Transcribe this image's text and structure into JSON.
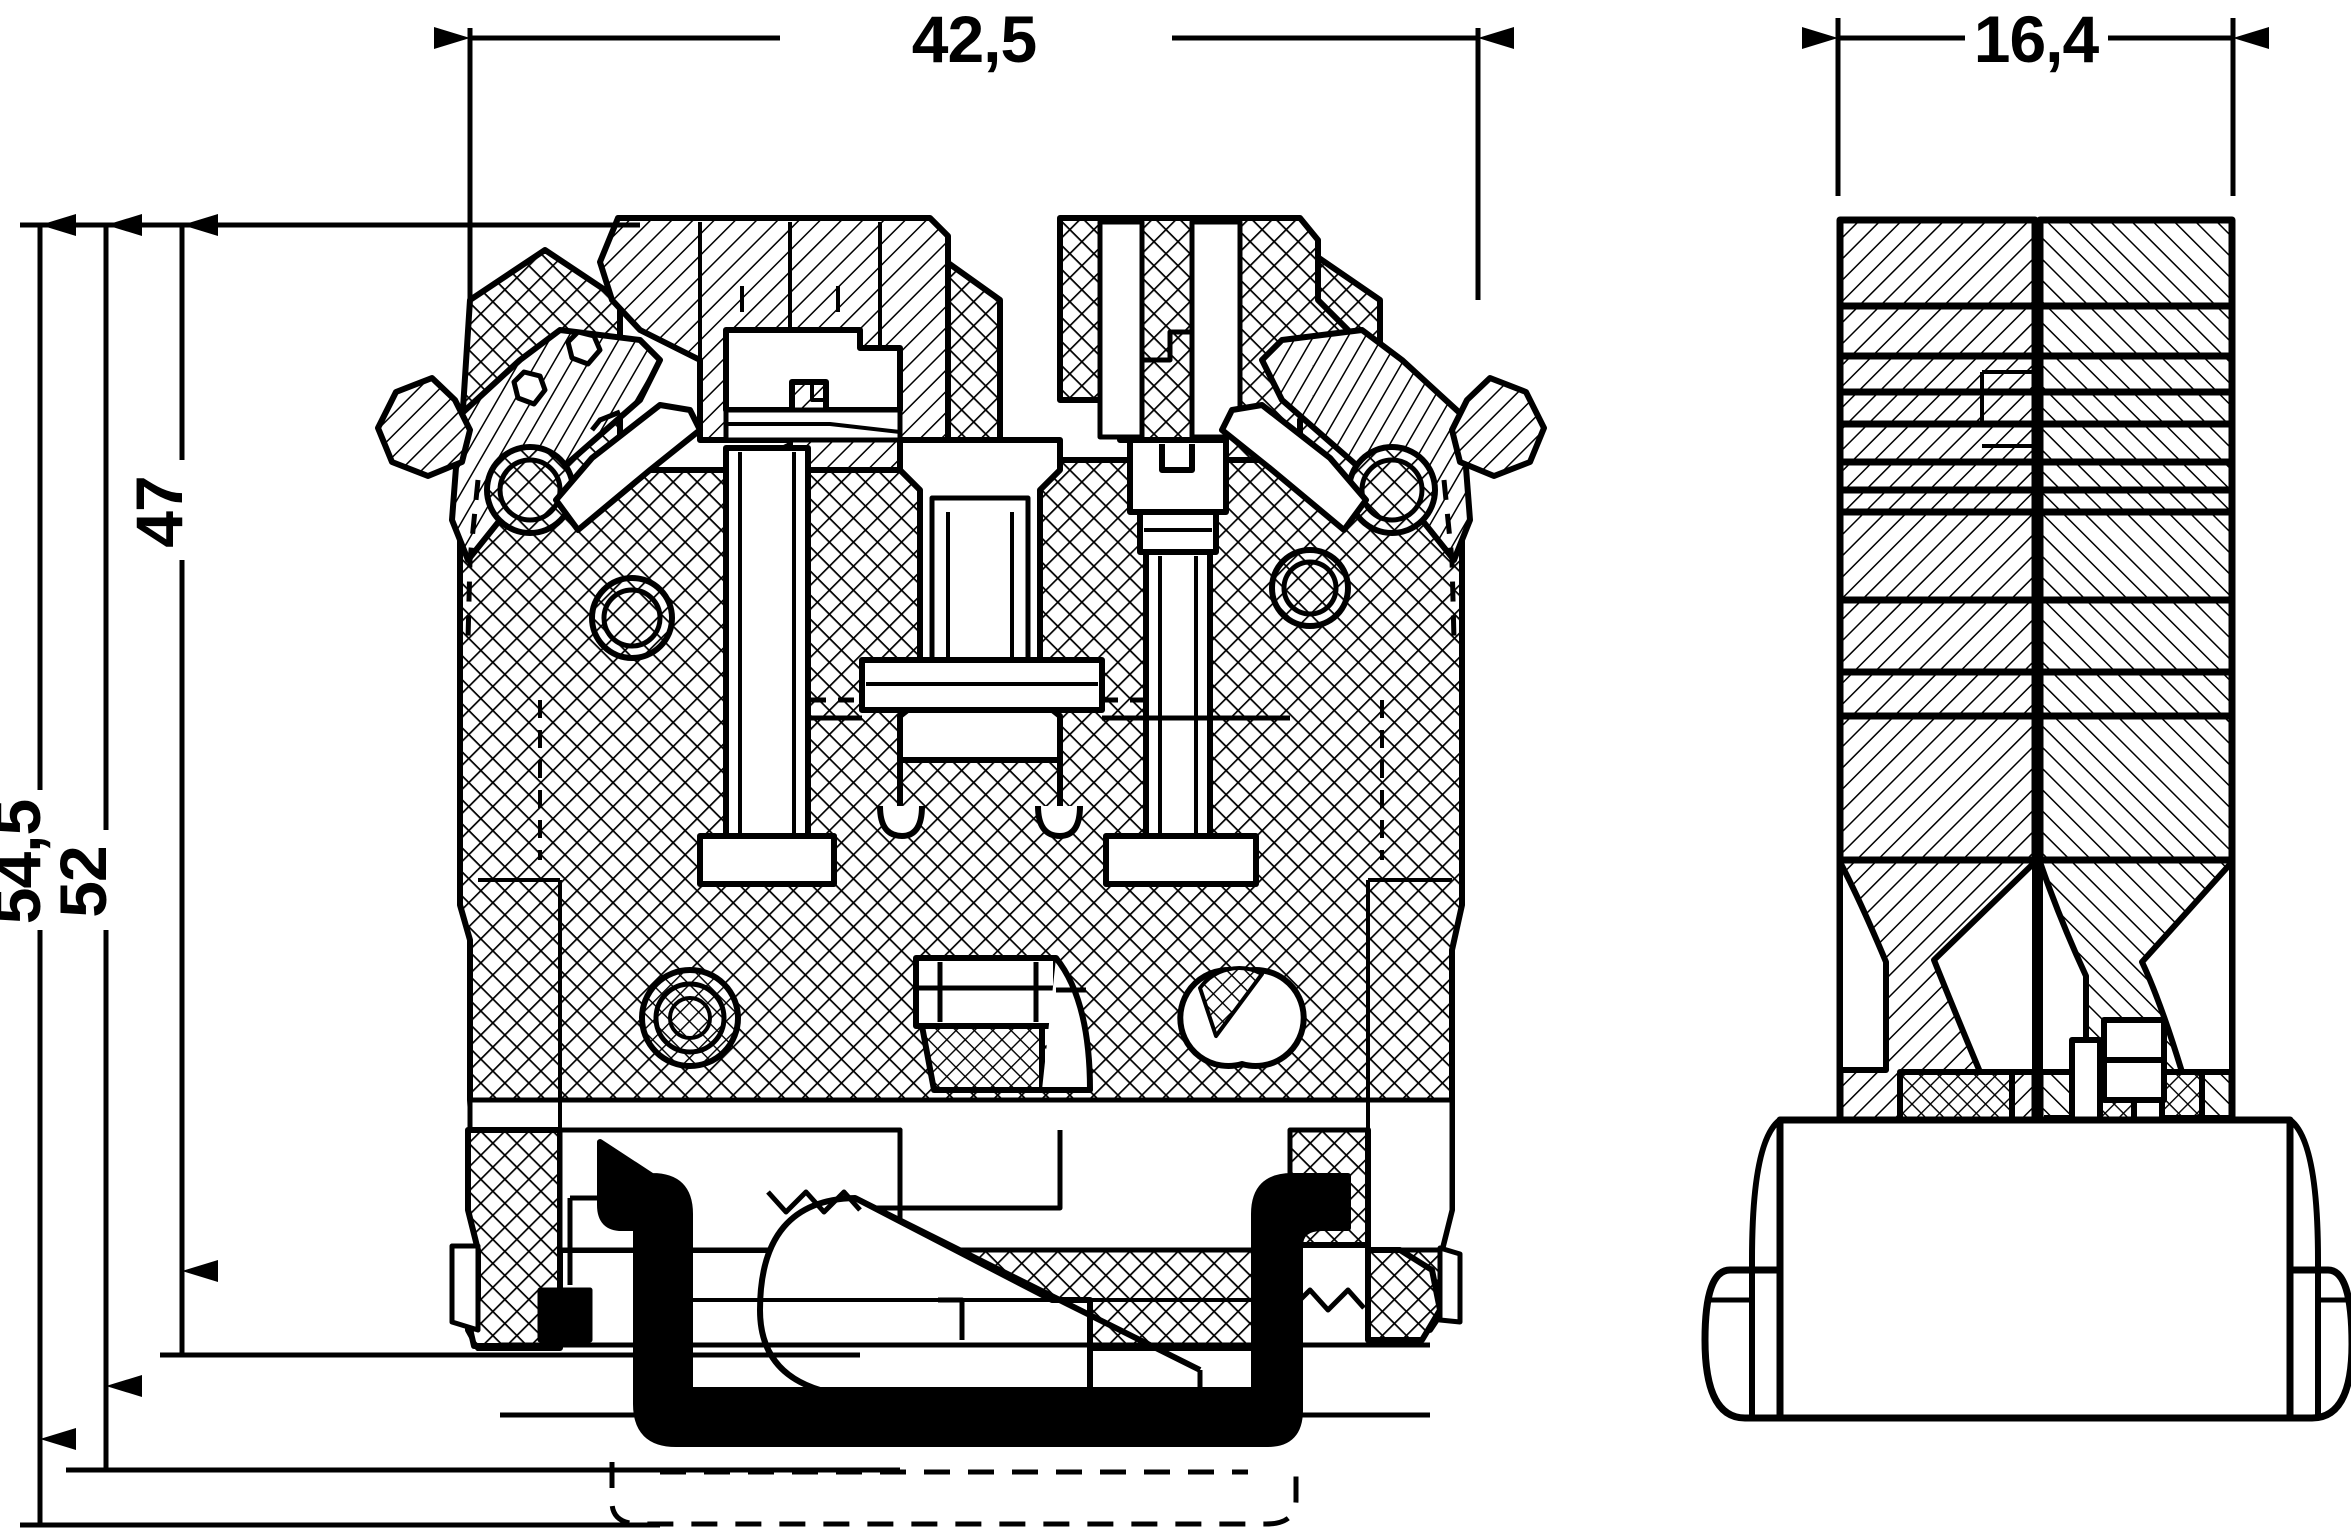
{
  "drawing": {
    "kind": "technical-cad-cross-section",
    "subject": "din-rail-terminal-block",
    "background_color": "#ffffff",
    "line_color": "#000000",
    "views": [
      {
        "id": "front-section",
        "name": "front-sectional-view"
      },
      {
        "id": "side-section",
        "name": "side-sectional-view"
      }
    ]
  },
  "dimensions": {
    "width_front": {
      "label": "42,5",
      "orientation": "horizontal",
      "view": "front-section"
    },
    "width_side": {
      "label": "16,4",
      "orientation": "horizontal",
      "view": "side-section"
    },
    "height_total": {
      "label": "54,5",
      "orientation": "vertical",
      "view": "front-section"
    },
    "height_mid": {
      "label": "52",
      "orientation": "vertical",
      "view": "front-section"
    },
    "height_inner": {
      "label": "47",
      "orientation": "vertical",
      "view": "front-section"
    }
  }
}
